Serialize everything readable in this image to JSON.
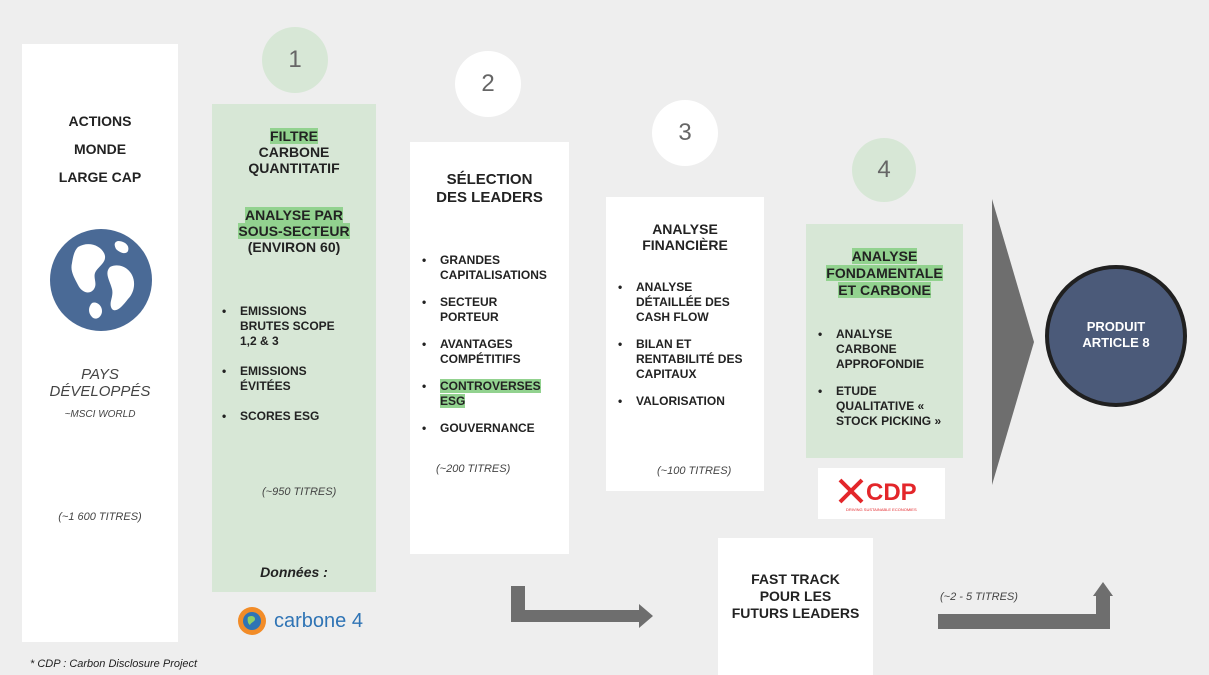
{
  "universe": {
    "title_lines": [
      "ACTIONS",
      "MONDE",
      "LARGE CAP"
    ],
    "region_lines": [
      "PAYS",
      "DÉVELOPPÉS"
    ],
    "index": "~MSCI WORLD",
    "count": "(~1 600 TITRES)"
  },
  "steps": [
    {
      "number": "1",
      "title_lines": [
        "FILTRE",
        "CARBONE",
        "QUANTITATIF"
      ],
      "subtitle_lines": [
        "ANALYSE PAR",
        "SOUS-SECTEUR",
        "(ENVIRON 60)"
      ],
      "bullets": [
        "EMISSIONS BRUTES SCOPE 1,2 & 3",
        "EMISSIONS ÉVITÉES",
        "SCORES ESG"
      ],
      "count": "(~950 TITRES)",
      "data_label": "Données :"
    },
    {
      "number": "2",
      "title_lines": [
        "SÉLECTION",
        "DES LEADERS"
      ],
      "bullets": [
        "GRANDES CAPITALISATIONS",
        "SECTEUR PORTEUR",
        "AVANTAGES COMPÉTITIFS",
        "CONTROVERSES ESG",
        "GOUVERNANCE"
      ],
      "count": "(~200 TITRES)"
    },
    {
      "number": "3",
      "title_lines": [
        "ANALYSE",
        "FINANCIÈRE"
      ],
      "bullets": [
        "ANALYSE DÉTAILLÉE DES CASH FLOW",
        "BILAN ET RENTABILITÉ DES CAPITAUX",
        "VALORISATION"
      ],
      "count": "(~100 TITRES)"
    },
    {
      "number": "4",
      "title_lines": [
        "ANALYSE",
        "FONDAMENTALE",
        "ET CARBONE"
      ],
      "bullets": [
        "ANALYSE CARBONE APPROFONDIE",
        "ETUDE QUALITATIVE « STOCK PICKING »"
      ]
    }
  ],
  "fast_track": {
    "lines": [
      "FAST TRACK",
      "POUR LES",
      "FUTURS LEADERS"
    ],
    "count": "(~2 - 5 TITRES)"
  },
  "product": {
    "lines": [
      "PRODUIT",
      "ARTICLE 8"
    ]
  },
  "logos": {
    "carbone4": "carbone 4",
    "cdp": "CDP",
    "cdp_tagline": "DRIVING SUSTAINABLE ECONOMIES"
  },
  "footnote": "* CDP : Carbon Disclosure Project",
  "colors": {
    "green_panel": "#d7e7d6",
    "highlight": "#92d28f",
    "product": "#4b5a79",
    "arrow": "#6e6e6e",
    "globe": "#4a6a96"
  }
}
